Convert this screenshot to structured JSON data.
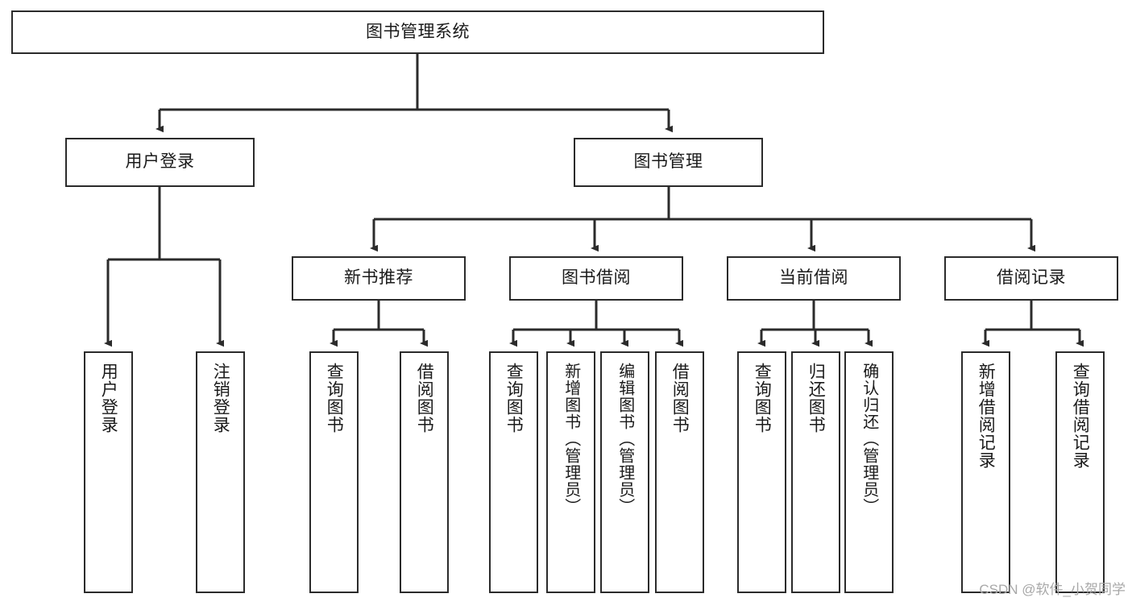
{
  "diagram": {
    "type": "tree-hierarchy-diagram",
    "title": "图书管理系统",
    "stroke_color": "#2b2b2b",
    "background_color": "#ffffff",
    "nodes": {
      "root": {
        "label": "图书管理系统"
      },
      "level1": [
        {
          "id": "user-login",
          "label": "用户登录"
        },
        {
          "id": "book-management",
          "label": "图书管理"
        }
      ],
      "level2": [
        {
          "id": "new-book-recommend",
          "label": "新书推荐"
        },
        {
          "id": "book-borrow",
          "label": "图书借阅"
        },
        {
          "id": "current-borrow",
          "label": "当前借阅"
        },
        {
          "id": "borrow-record",
          "label": "借阅记录"
        }
      ],
      "leaves": {
        "user-login": [
          {
            "id": "leaf-user-login",
            "label": "用户登录"
          },
          {
            "id": "leaf-logout-login",
            "label": "注销登录"
          }
        ],
        "new-book-recommend": [
          {
            "id": "leaf-query-book-1",
            "label": "查询图书"
          },
          {
            "id": "leaf-borrow-book-1",
            "label": "借阅图书"
          }
        ],
        "book-borrow": [
          {
            "id": "leaf-query-book-2",
            "label": "查询图书"
          },
          {
            "id": "leaf-add-book-admin",
            "label": "新增图书（管理员）"
          },
          {
            "id": "leaf-edit-book-admin",
            "label": "编辑图书（管理员）"
          },
          {
            "id": "leaf-borrow-book-2",
            "label": "借阅图书"
          }
        ],
        "current-borrow": [
          {
            "id": "leaf-query-book-3",
            "label": "查询图书"
          },
          {
            "id": "leaf-return-book",
            "label": "归还图书"
          },
          {
            "id": "leaf-confirm-return-admin",
            "label": "确认归还（管理员）"
          }
        ],
        "borrow-record": [
          {
            "id": "leaf-add-borrow-record",
            "label": "新增借阅记录"
          },
          {
            "id": "leaf-query-borrow-record",
            "label": "查询借阅记录"
          }
        ]
      }
    }
  },
  "watermark": {
    "text": "CSDN @软件_小贺同学"
  }
}
